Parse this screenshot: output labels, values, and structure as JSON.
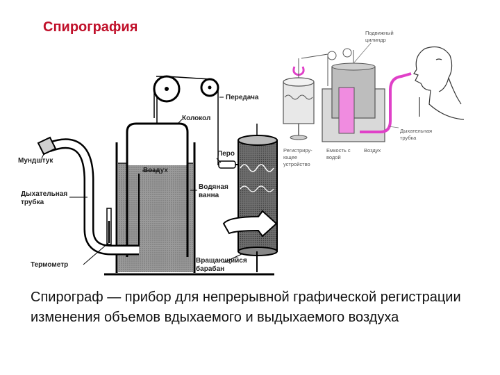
{
  "title": "Спирография",
  "caption": "Спирограф — прибор для непрерывной графической регистрации изменения объемов вдыхаемого и выдыхаемого воздуха",
  "main_labels": {
    "mouthpiece": "Мундштук",
    "breathing_tube_1": "Дыхательная",
    "breathing_tube_2": "трубка",
    "thermometer": "Термометр",
    "bell": "Колокол",
    "air": "Воздух",
    "transmission": "Передача",
    "pen": "Перо",
    "water_bath_1": "Водяная",
    "water_bath_2": "ванна",
    "drum_1": "Вращающийся",
    "drum_2": "барабан"
  },
  "inset_labels": {
    "cylinder_1": "Подвижный",
    "cylinder_2": "цилиндр",
    "tube_1": "Дыхательная",
    "tube_2": "трубка",
    "recorder_1": "Регистриру-",
    "recorder_2": "ющее",
    "recorder_3": "устройство",
    "water_1": "Емкость с",
    "water_2": "водой",
    "air": "Воздух"
  },
  "colors": {
    "title": "#c0102a",
    "inset_magenta": "#e040c8"
  }
}
